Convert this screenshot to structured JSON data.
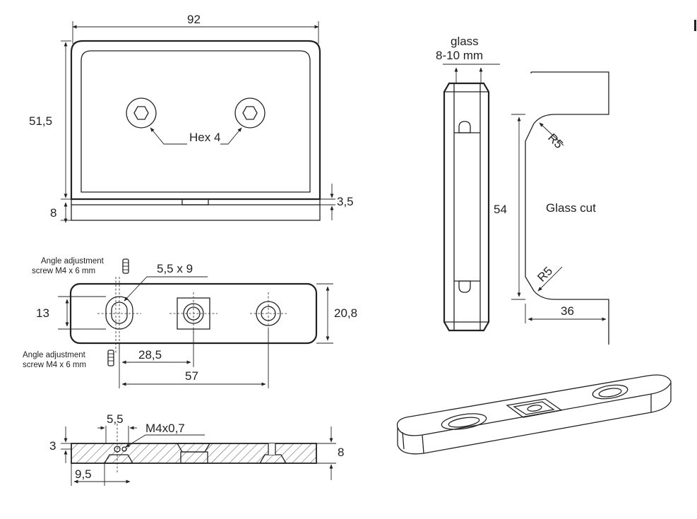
{
  "labels": {
    "top_width": "92",
    "plate_height": "51,5",
    "base_thickness": "8",
    "gap": "3,5",
    "hex": "Hex 4",
    "glass_title": "glass",
    "glass_range": "8-10 mm",
    "cut_height": "54",
    "glass_cut": "Glass cut",
    "radius_top": "R5",
    "radius_bottom": "R5",
    "cut_depth": "36",
    "angle_screw_1_line1": "Angle adjustment",
    "angle_screw_1_line2": "screw M4 x 6 mm",
    "angle_screw_2_line1": "Angle adjustment",
    "angle_screw_2_line2": "screw M4 x 6 mm",
    "slot_size": "5,5 x 9",
    "inner_height": "13",
    "outer_height": "20,8",
    "dist_half": "28,5",
    "dist_full": "57",
    "section_offset": "5,5",
    "thread": "M4x0,7",
    "section_top": "3",
    "section_thickness": "8",
    "section_edge": "9,5"
  }
}
